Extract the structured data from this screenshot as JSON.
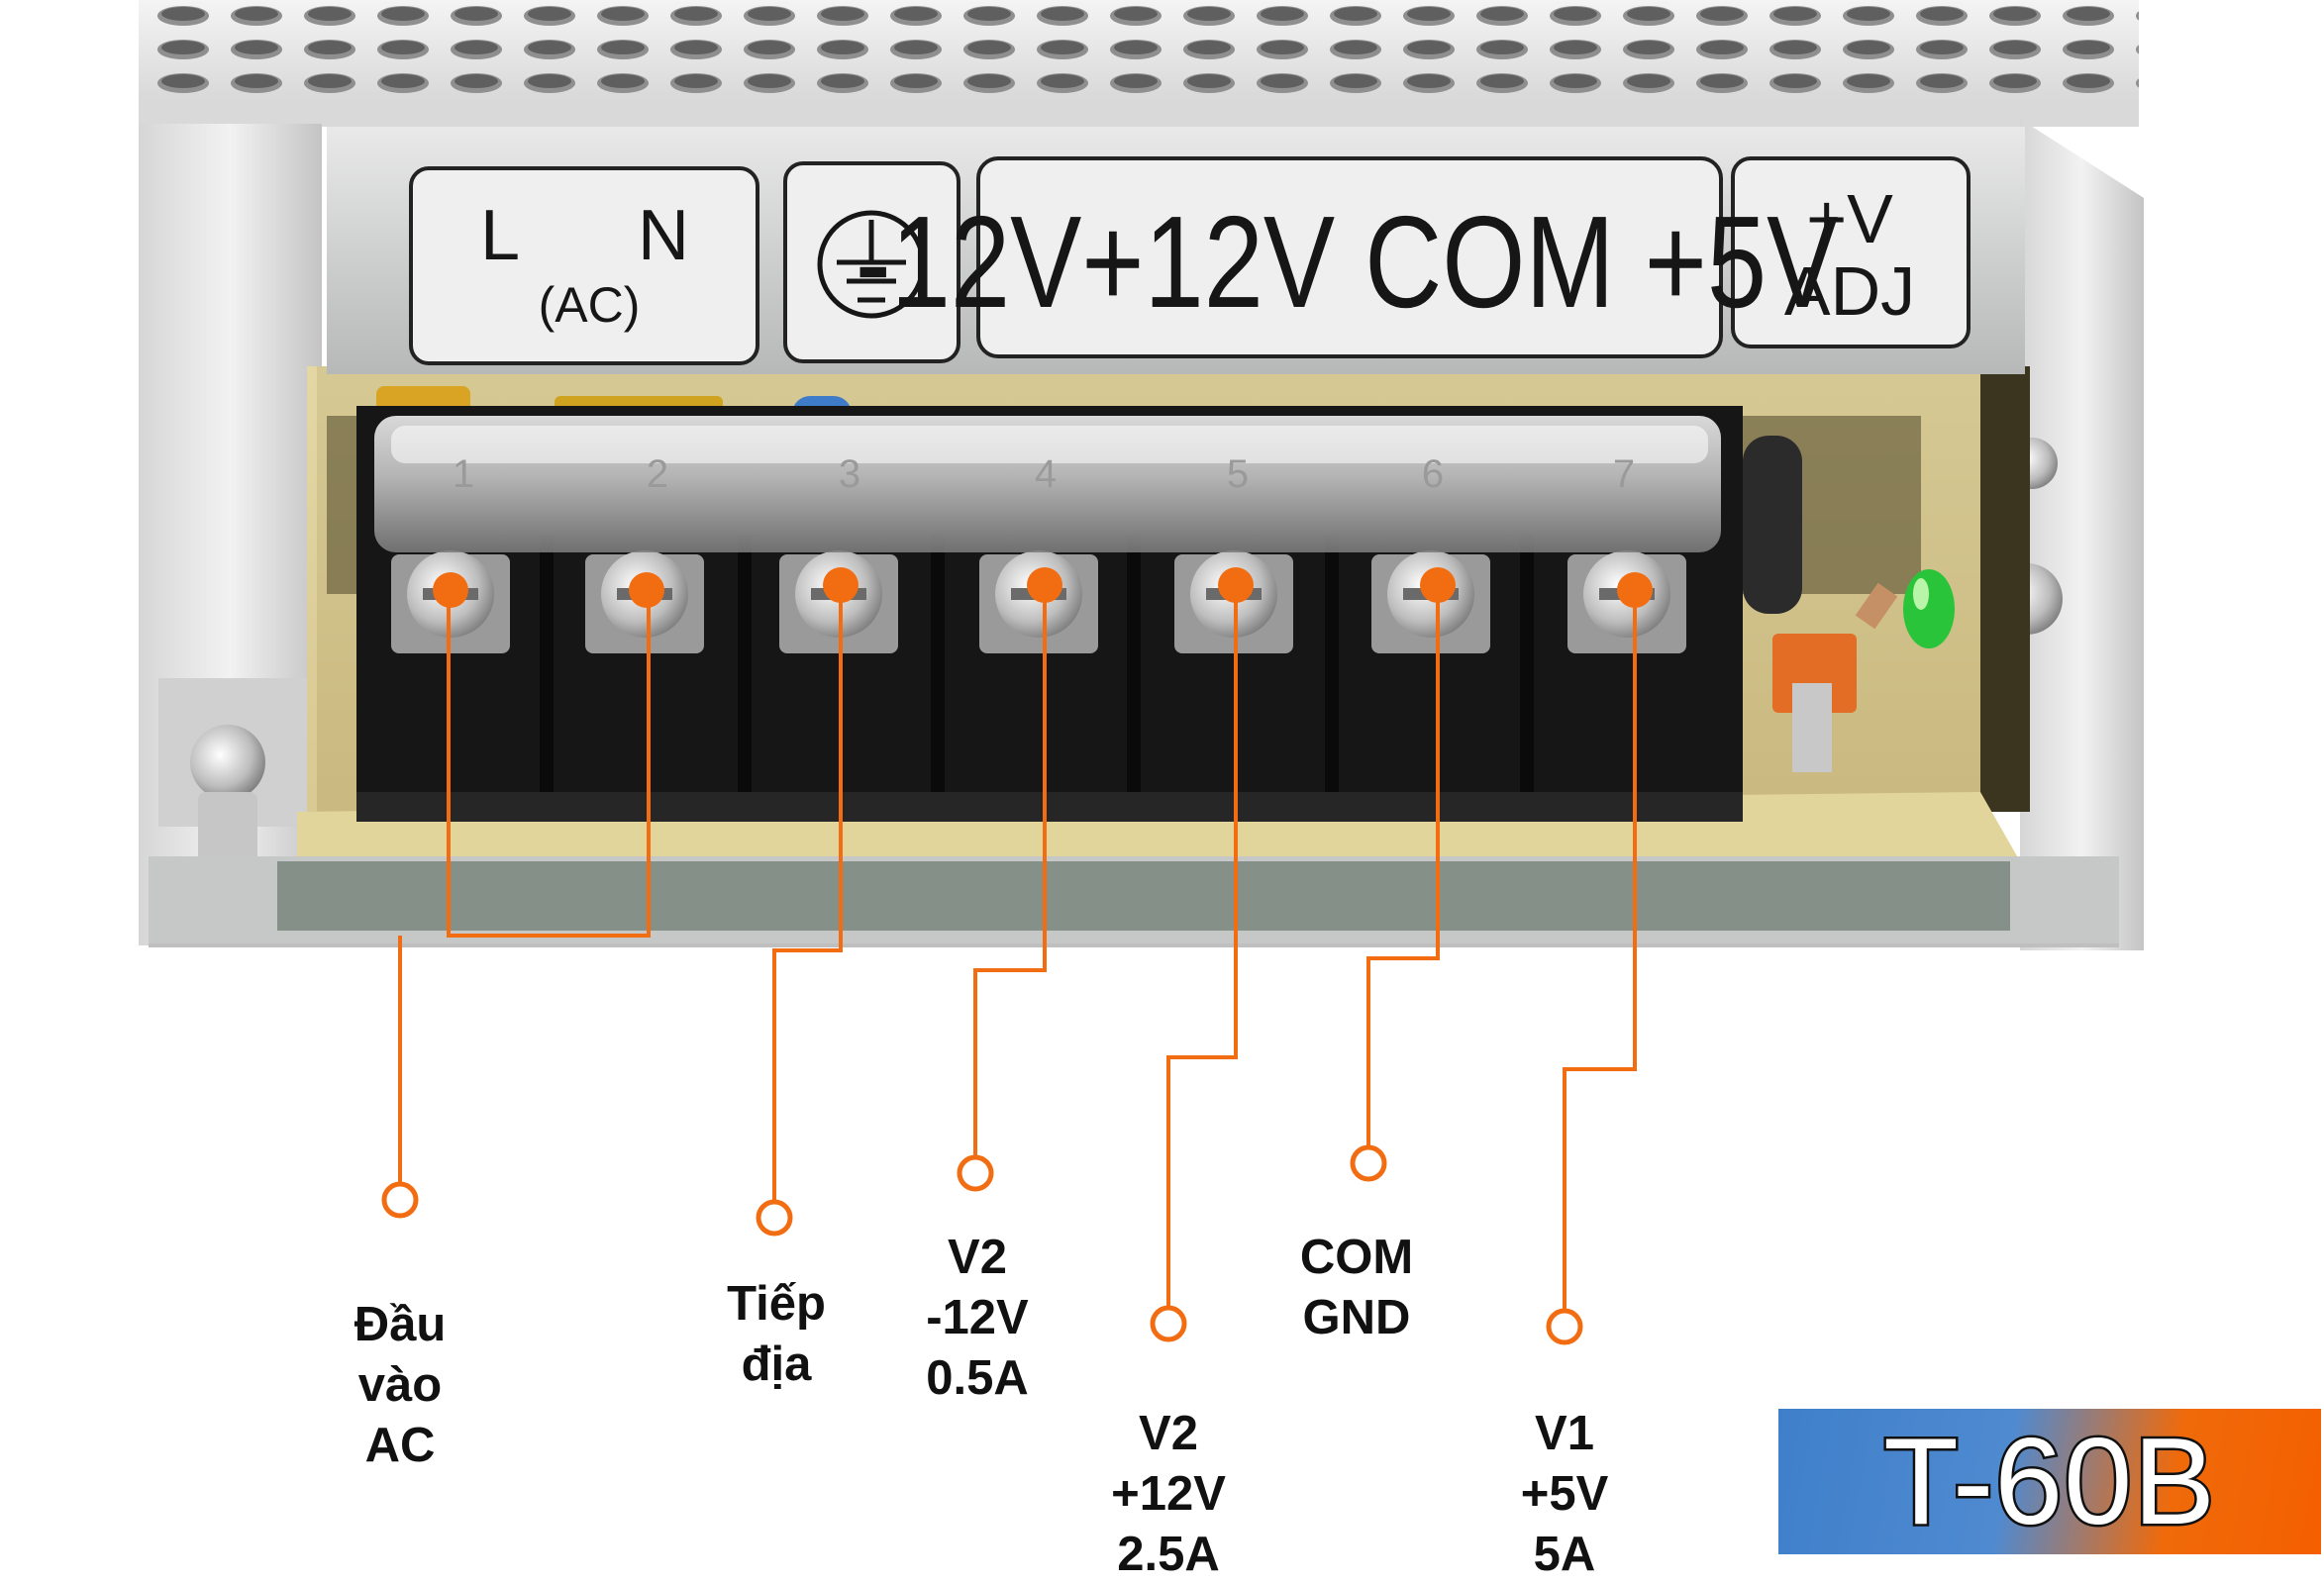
{
  "terminal_label": {
    "input_l": "L",
    "input_n": "N",
    "input_ac": "(AC)",
    "outputs": "-12V+12V COM +5V",
    "adj_top": "+V",
    "adj_bottom": "ADJ"
  },
  "terminal_numbers": [
    "1",
    "2",
    "3",
    "4",
    "5",
    "6",
    "7"
  ],
  "callouts": [
    {
      "label": "Đầu\nvào\nAC"
    },
    {
      "label": "Tiếp\nđịa"
    },
    {
      "label": "V2\n-12V\n0.5A"
    },
    {
      "label": "V2\n+12V\n2.5A"
    },
    {
      "label": "COM\nGND"
    },
    {
      "label": "V1\n+5V\n5A"
    }
  ],
  "model": "T-60B",
  "colors": {
    "accent_orange": "#f26d12",
    "badge_blue": "#3f7fca",
    "badge_orange": "#f45f00",
    "led_green": "#29c43a"
  }
}
